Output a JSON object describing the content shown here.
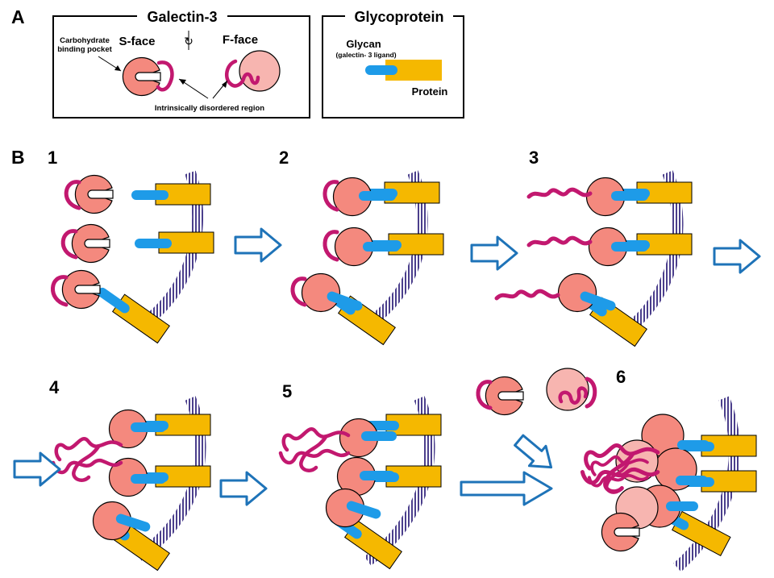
{
  "panel_a": {
    "letter": "A",
    "galectin_box": {
      "title": "Galectin-3",
      "pocket_label_1": "Carbohydrate",
      "pocket_label_2": "binding pocket",
      "s_face": "S-face",
      "f_face": "F-face",
      "rotate_symbol": "↻",
      "idr_label": "Intrinsically disordered region"
    },
    "glyco_box": {
      "title": "Glycoprotein",
      "glycan": "Glycan",
      "glycan_sub": "(galectin- 3 ligand)",
      "protein": "Protein"
    }
  },
  "panel_b": {
    "letter": "B",
    "steps": [
      "1",
      "2",
      "3",
      "4",
      "5",
      "6"
    ]
  },
  "colors": {
    "galectin": "#F4897E",
    "galectin_face": "#F7B5B0",
    "idr": "#C2186F",
    "glycan": "#1E9BE8",
    "protein": "#F5B800",
    "membrane": "#4B3F8C",
    "arrow": "#1E73B8"
  }
}
